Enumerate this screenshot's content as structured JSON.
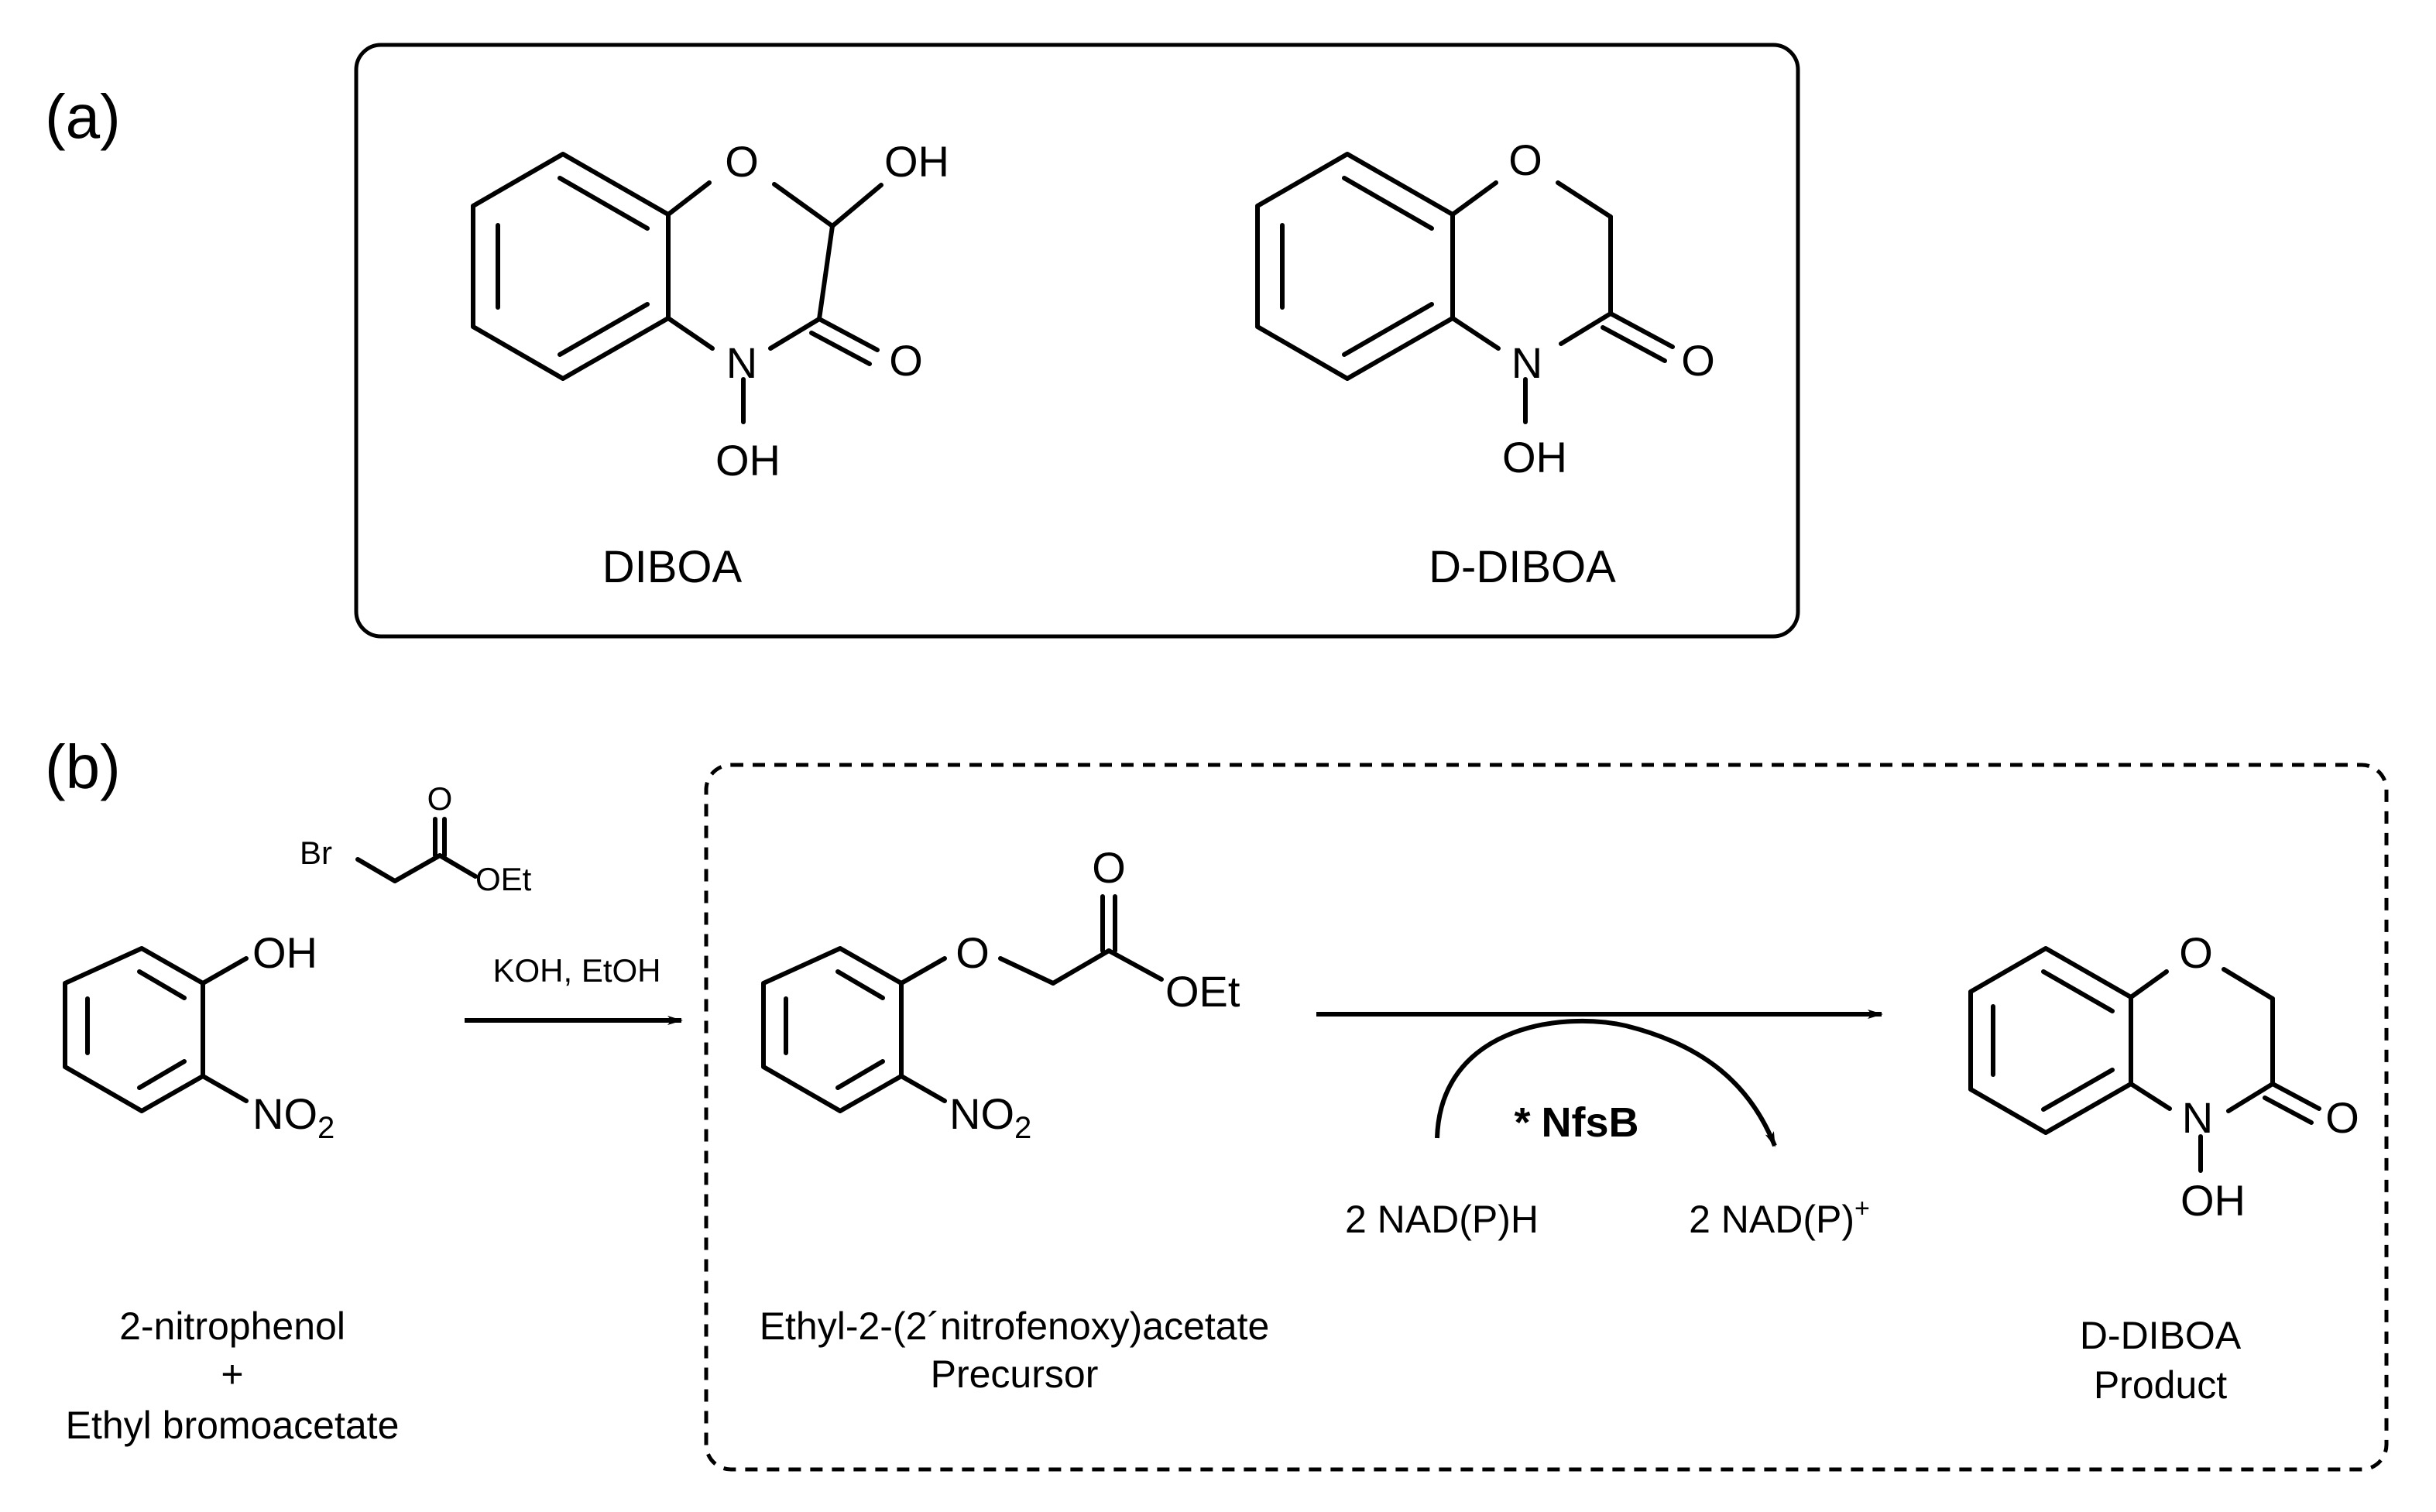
{
  "panels": {
    "a": {
      "label": "(a)"
    },
    "b": {
      "label": "(b)"
    }
  },
  "atoms": {
    "O": "O",
    "OH": "OH",
    "N": "N",
    "NO": "NO",
    "sub2": "2",
    "OEt": "OEt",
    "Br": "Br"
  },
  "molecules": {
    "diboa": "DIBOA",
    "d_diboa": "D-DIBOA"
  },
  "scheme_b": {
    "start_line1": "2-nitrophenol",
    "start_line2": "+",
    "start_line3": "Ethyl bromoacetate",
    "reagent_conditions": "KOH, EtOH",
    "precursor_name": "Ethyl-2-(2´nitrofenoxy)acetate",
    "precursor_role": "Precursor",
    "enzyme_star": "*",
    "enzyme": "NfsB",
    "cofactor_in": "2 NAD(P)H",
    "cofactor_out": "2 NAD(P)",
    "cofactor_out_charge": "+",
    "product_name": "D-DIBOA",
    "product_role": "Product"
  }
}
